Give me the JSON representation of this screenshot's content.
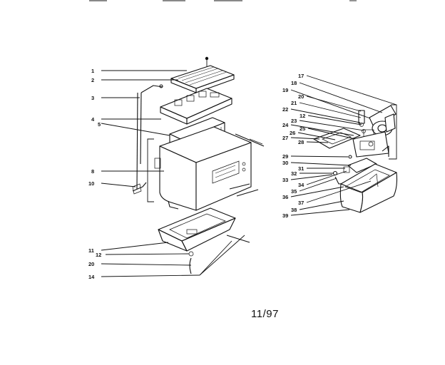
{
  "diagram": {
    "date_code": "11/97",
    "labels_left": [
      "1",
      "2",
      "3",
      "4",
      "5",
      "8",
      "10",
      "11",
      "12",
      "20",
      "14"
    ],
    "labels_right": [
      "17",
      "18",
      "19",
      "20",
      "21",
      "22",
      "12",
      "23",
      "24",
      "25",
      "26",
      "27",
      "28",
      "29",
      "30",
      "31",
      "32",
      "33",
      "34",
      "35",
      "36",
      "37",
      "38",
      "39"
    ]
  }
}
